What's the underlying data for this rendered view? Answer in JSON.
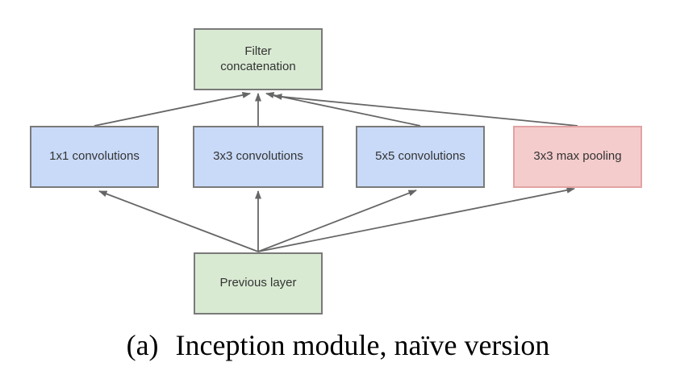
{
  "diagram": {
    "caption": {
      "prefix": "(a)",
      "text": "Inception module, naïve version"
    },
    "nodes": {
      "filter_concat": {
        "label": "Filter concatenation",
        "kind": "concatenation"
      },
      "conv1x1": {
        "label": "1x1 convolutions",
        "kind": "convolution"
      },
      "conv3x3": {
        "label": "3x3 convolutions",
        "kind": "convolution"
      },
      "conv5x5": {
        "label": "5x5 convolutions",
        "kind": "convolution"
      },
      "maxpool": {
        "label": "3x3 max pooling",
        "kind": "pooling"
      },
      "previous": {
        "label": "Previous layer",
        "kind": "input"
      }
    },
    "edges": [
      {
        "from": "previous",
        "to": "conv1x1"
      },
      {
        "from": "previous",
        "to": "conv3x3"
      },
      {
        "from": "previous",
        "to": "conv5x5"
      },
      {
        "from": "previous",
        "to": "maxpool"
      },
      {
        "from": "conv1x1",
        "to": "filter_concat"
      },
      {
        "from": "conv3x3",
        "to": "filter_concat"
      },
      {
        "from": "conv5x5",
        "to": "filter_concat"
      },
      {
        "from": "maxpool",
        "to": "filter_concat"
      }
    ]
  },
  "colors": {
    "background": "#ffffff",
    "node-green": "#d9ead3",
    "node-blue": "#c9daf8",
    "node-red": "#f4cccc",
    "node-border": "#7a7a7a",
    "node-red-border": "#e2a2a2",
    "arrow": "#666666",
    "node-text": "#333333",
    "caption-text": "#000000"
  }
}
